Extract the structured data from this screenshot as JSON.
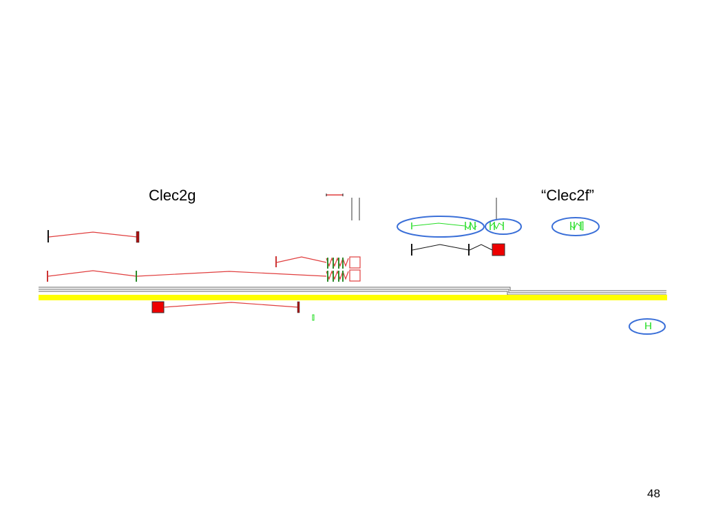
{
  "slide": {
    "labels": {
      "left_gene": "Clec2g",
      "right_gene": "“Clec2f”"
    },
    "page_number": "48"
  },
  "colors": {
    "background": "#ffffff",
    "gene_red": "#e03c3c",
    "gene_red_fill": "#ee0000",
    "gene_green": "#22dd22",
    "gene_dark_green": "#2a8a2a",
    "gene_black": "#111111",
    "highlight_ellipse": "#3a6fd8",
    "genome_track": "#ffff00",
    "scaffold_line": "#555555"
  }
}
